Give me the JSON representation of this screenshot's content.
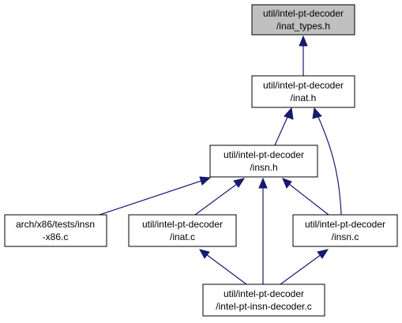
{
  "nodes": [
    {
      "id": "inat_types",
      "line1": "util/intel-pt-decoder",
      "line2": "/inat_types.h"
    },
    {
      "id": "inat_h",
      "line1": "util/intel-pt-decoder",
      "line2": "/inat.h"
    },
    {
      "id": "insn_h",
      "line1": "util/intel-pt-decoder",
      "line2": "/insn.h"
    },
    {
      "id": "insn_x86",
      "line1": "arch/x86/tests/insn",
      "line2": "-x86.c"
    },
    {
      "id": "inat_c",
      "line1": "util/intel-pt-decoder",
      "line2": "/inat.c"
    },
    {
      "id": "insn_c",
      "line1": "util/intel-pt-decoder",
      "line2": "/insn.c"
    },
    {
      "id": "ipt_decoder",
      "line1": "util/intel-pt-decoder",
      "line2": "/intel-pt-insn-decoder.c"
    }
  ],
  "colors": {
    "root_fill": "#c0c0c0",
    "edge": "#191970"
  }
}
